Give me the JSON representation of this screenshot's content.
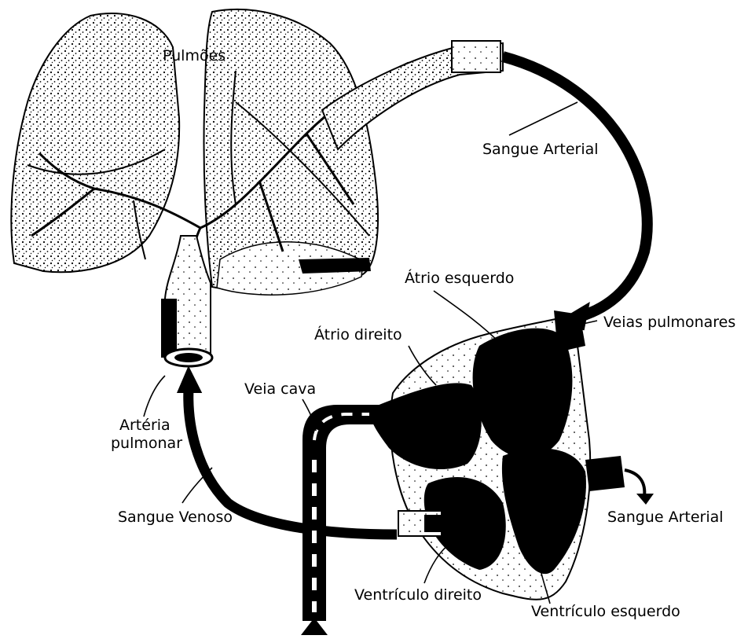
{
  "labels": {
    "lungs": "Pulmões",
    "arterial_blood_top": "Sangue Arterial",
    "left_atrium": "Átrio esquerdo",
    "right_atrium": "Átrio direito",
    "pulmonary_veins": "Veias pulmonares",
    "vena_cava": "Veia cava",
    "pulmonary_artery_line1": "Artéria",
    "pulmonary_artery_line2": "pulmonar",
    "venous_blood": "Sangue Venoso",
    "arterial_blood_right": "Sangue Arterial",
    "right_ventricle": "Ventrículo direito",
    "left_ventricle": "Ventrículo esquerdo"
  },
  "colors": {
    "ink": "#000000",
    "paper": "#ffffff",
    "tissue": "#f2f2f2"
  }
}
